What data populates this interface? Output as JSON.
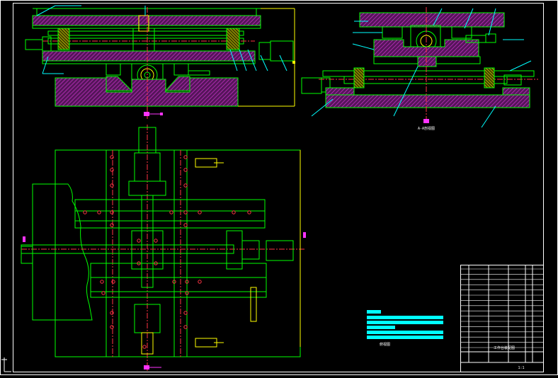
{
  "drawing": {
    "section_caption": "A-A剖视图",
    "view_caption": "俯视图",
    "title_block_caption": "工作台装配图",
    "sheet_scale": "1:1"
  },
  "colors": {
    "background": "#000000",
    "frame": "#ffffff",
    "outline": "#00ff00",
    "hatch": "#cc33cc",
    "dimension": "#ffff00",
    "centerline": "#ff3344",
    "callout": "#00ffff",
    "fastener": "#ffff00"
  }
}
